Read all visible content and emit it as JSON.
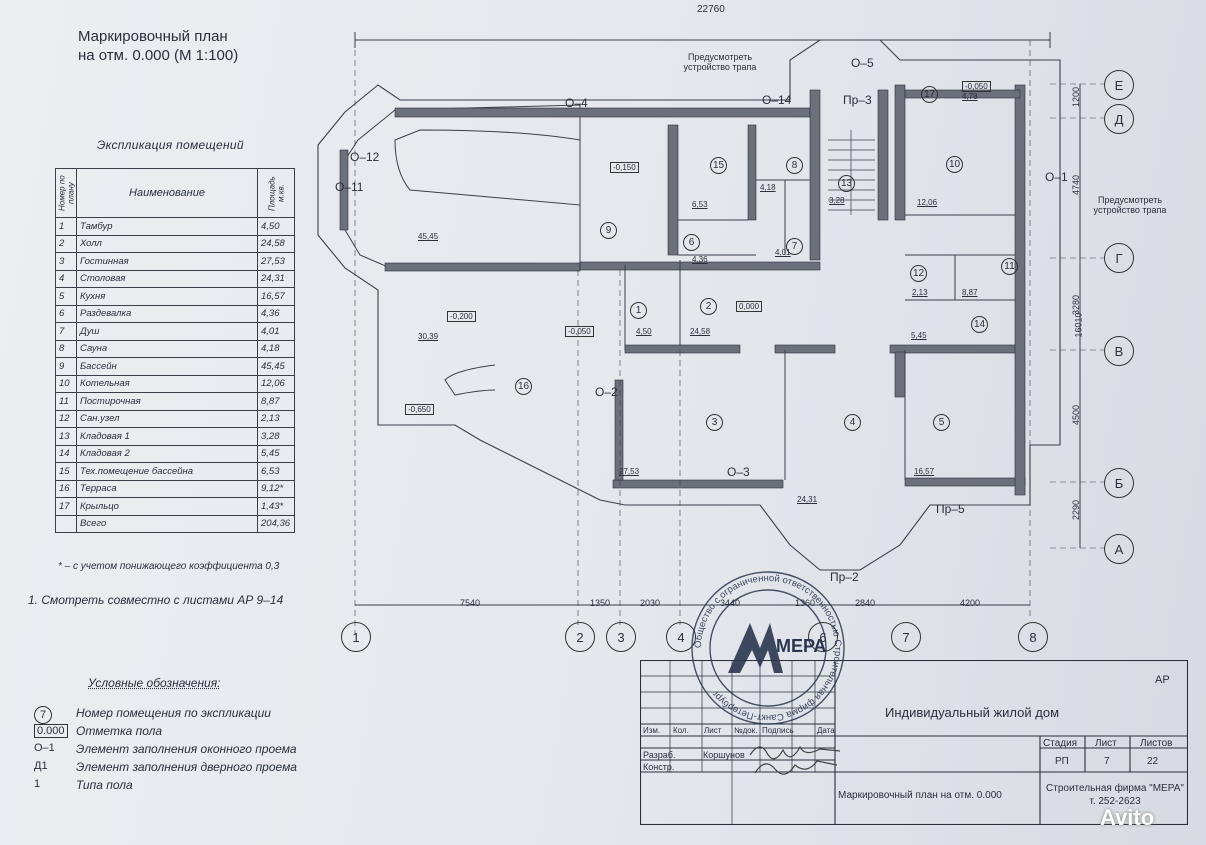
{
  "title": {
    "line1": "Маркировочный план",
    "line2": "на отм. 0.000 (М 1:100)"
  },
  "explication": {
    "heading": "Экспликация помещений",
    "col_num": "Номер по плану",
    "col_name": "Наименование",
    "col_area": "Площадь м.кв.",
    "rows": [
      {
        "n": "1",
        "name": "Тамбур",
        "area": "4,50"
      },
      {
        "n": "2",
        "name": "Холл",
        "area": "24,58"
      },
      {
        "n": "3",
        "name": "Гостинная",
        "area": "27,53"
      },
      {
        "n": "4",
        "name": "Столовая",
        "area": "24,31"
      },
      {
        "n": "5",
        "name": "Кухня",
        "area": "16,57"
      },
      {
        "n": "6",
        "name": "Раздевалка",
        "area": "4,36"
      },
      {
        "n": "7",
        "name": "Душ",
        "area": "4,01"
      },
      {
        "n": "8",
        "name": "Сауна",
        "area": "4,18"
      },
      {
        "n": "9",
        "name": "Бассейн",
        "area": "45,45"
      },
      {
        "n": "10",
        "name": "Котельная",
        "area": "12,06"
      },
      {
        "n": "11",
        "name": "Постирочная",
        "area": "8,87"
      },
      {
        "n": "12",
        "name": "Сан.узел",
        "area": "2,13"
      },
      {
        "n": "13",
        "name": "Кладовая 1",
        "area": "3,28"
      },
      {
        "n": "14",
        "name": "Кладовая 2",
        "area": "5,45"
      },
      {
        "n": "15",
        "name": "Тех.помещение бассейна",
        "area": "6,53"
      },
      {
        "n": "16",
        "name": "Терраса",
        "area": "9,12*"
      },
      {
        "n": "17",
        "name": "Крыльцо",
        "area": "1,43*"
      },
      {
        "n": "",
        "name": "Всего",
        "area": "204,36"
      }
    ],
    "footnote": "* – с учетом понижающего коэффициента 0,3",
    "note": "1.  Смотреть совместно с листами  АР 9–14"
  },
  "legend": {
    "heading": "Условные обозначения:",
    "items": [
      {
        "sym": "7",
        "text": "Номер помещения по экспликации"
      },
      {
        "sym": "0.000",
        "text": "Отметка пола"
      },
      {
        "sym": "О–1",
        "text": "Элемент заполнения оконного проема"
      },
      {
        "sym": "Д1",
        "text": "Элемент заполнения дверного проема"
      },
      {
        "sym": "1",
        "text": "Типа пола"
      }
    ]
  },
  "plan": {
    "overall_dim": "22760",
    "note_top": "Предусмотреть устройство трапа",
    "note_right": "Предусмотреть устройство трапа",
    "bottom_dims": [
      "7540",
      "1350",
      "2030",
      "3440",
      "1360",
      "2840",
      "4200"
    ],
    "right_dims": [
      "1200",
      "4740",
      "3280",
      "16010",
      "4500",
      "2290"
    ],
    "axes_bottom": [
      "1",
      "2",
      "3",
      "4",
      "6",
      "7",
      "8"
    ],
    "axes_right": [
      "Е",
      "Д",
      "Г",
      "В",
      "Б",
      "А"
    ],
    "room_labels": [
      {
        "num": "9",
        "area": "45,45"
      },
      {
        "num": "16",
        "area": "30,39"
      },
      {
        "num": "1",
        "area": "4,50"
      },
      {
        "num": "2",
        "area": "24,58"
      },
      {
        "num": "3",
        "area": "27,53"
      },
      {
        "num": "4",
        "area": "24,31"
      },
      {
        "num": "5",
        "area": "16,57"
      },
      {
        "num": "6",
        "area": "4,36"
      },
      {
        "num": "7",
        "area": "4,01"
      },
      {
        "num": "8",
        "area": "4,18"
      },
      {
        "num": "10",
        "area": "12,06"
      },
      {
        "num": "11",
        "area": "8,87"
      },
      {
        "num": "12",
        "area": "2,13"
      },
      {
        "num": "13",
        "area": "3,28"
      },
      {
        "num": "14",
        "area": "5,45"
      },
      {
        "num": "15",
        "area": "6,53"
      },
      {
        "num": "17",
        "area": "4,78"
      }
    ],
    "levels": [
      "-0,150",
      "-0,200",
      "-0,050",
      "-0,650",
      "0,000",
      "-0,050"
    ],
    "window_marks": [
      "О–12",
      "О–11",
      "О–4",
      "О–14",
      "О–5",
      "О–2",
      "О–3",
      "О–1",
      "Пр–3",
      "Пр–5",
      "Пр–2"
    ]
  },
  "title_block": {
    "code": "АР",
    "project": "Индивидуальный жилой дом",
    "headers": [
      "Изм.",
      "Кол.",
      "Лист",
      "№док.",
      "Подпись",
      "Дата"
    ],
    "row_razrab": "Разраб.",
    "row_konstr": "Констр.",
    "author": "Коршунов",
    "stage_h": "Стадия",
    "sheet_h": "Лист",
    "sheets_h": "Листов",
    "stage": "РП",
    "sheet": "7",
    "sheets": "22",
    "drawing": "Маркировочный план на отм. 0.000",
    "firm": "Строительная фирма \"МЕРА\" т. 252-2623",
    "stamp_ring": "Общество с ограниченной ответственностью Строительная фирма Санкт-Петербург",
    "stamp_logo": "МЕРА"
  },
  "watermark": "Avito"
}
